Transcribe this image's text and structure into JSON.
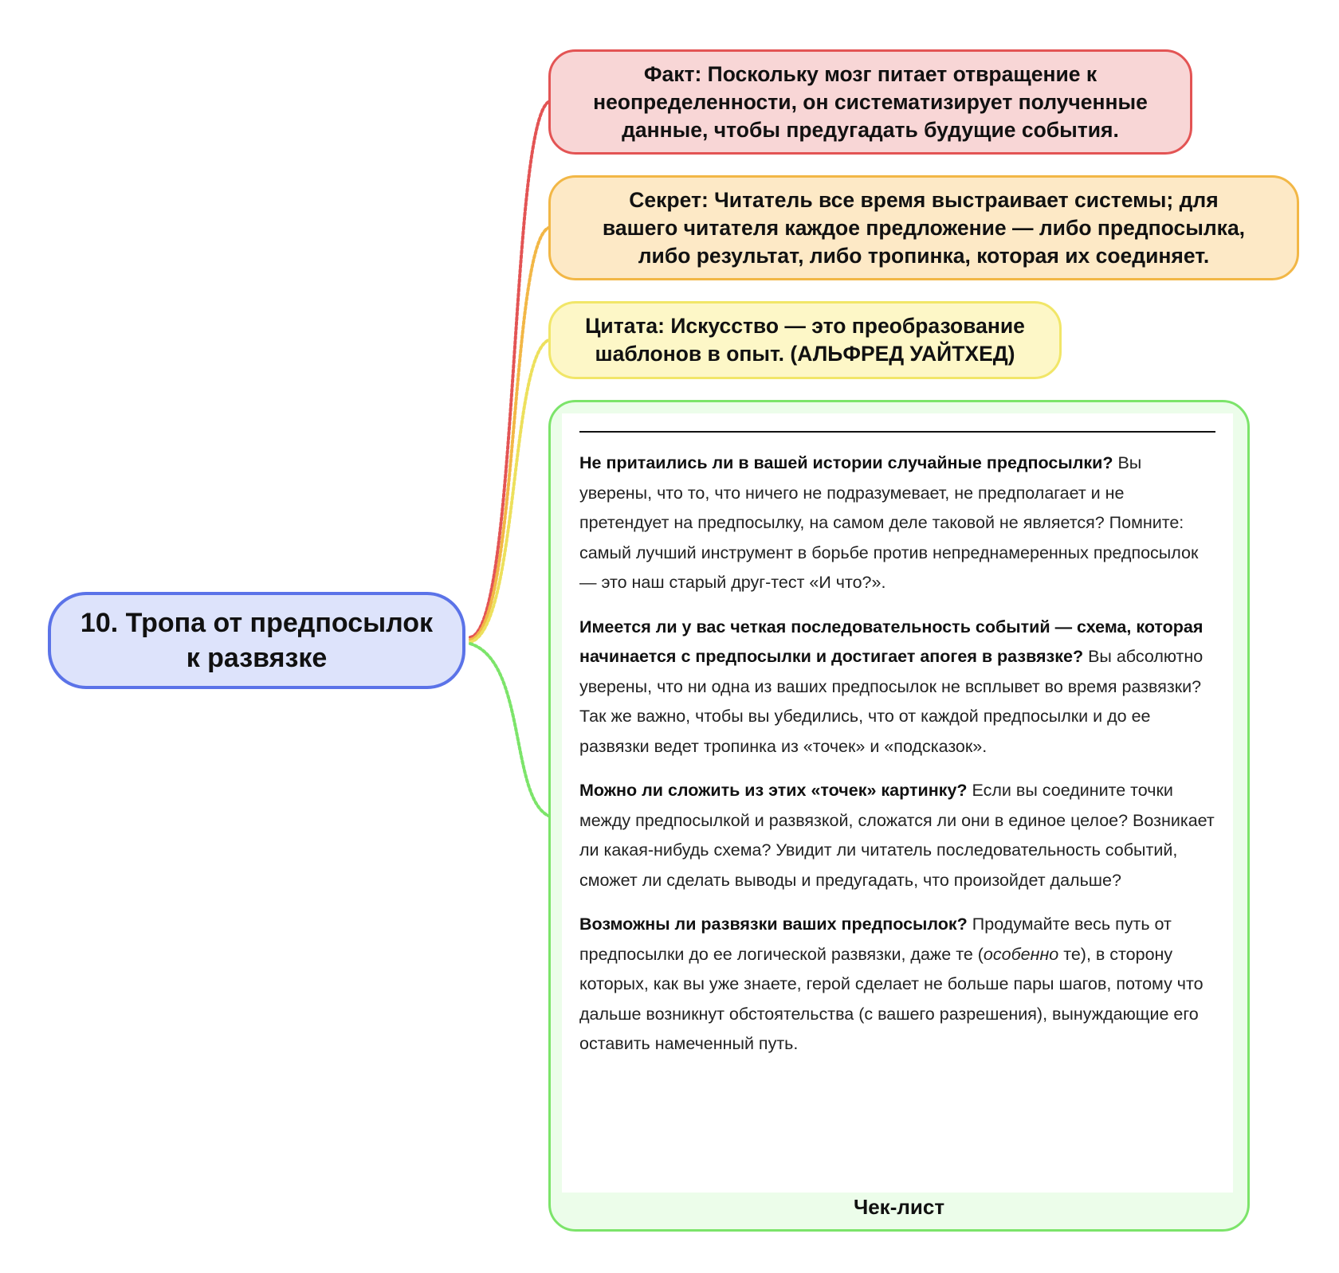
{
  "diagram": {
    "root": {
      "label_line1": "10. Тропа от предпосылок",
      "label_line2": "к развязке"
    },
    "fact": {
      "line1": "Факт: Поскольку мозг питает отвращение к",
      "line2": "неопределенности, он систематизирует полученные",
      "line3": "данные, чтобы предугадать будущие события."
    },
    "secret": {
      "line1": "Секрет: Читатель все время выстраивает системы; для",
      "line2": "вашего читателя каждое предложение — либо предпосылка,",
      "line3": "либо результат, либо тропинка, которая их соединяет."
    },
    "quote": {
      "line1": "Цитата: Искусство — это преобразование",
      "line2": "шаблонов в опыт. (АЛЬФРЕД УАЙТХЕД)"
    },
    "checklist": {
      "caption": "Чек-лист",
      "items": [
        {
          "question": "Не притаились ли в вашей истории случайные предпосылки?",
          "text": " Вы уверены, что то, что ничего не подразумевает, не предполагает и не претендует на предпосылку, на самом деле таковой не является? Помните: самый лучший инструмент в борьбе против непреднамеренных предпосылок — это наш старый друг-тест «И что?»."
        },
        {
          "question": "Имеется ли у вас четкая последовательность событий — схема, которая начинается с предпосылки и достигает апогея в развязке?",
          "text": " Вы абсолютно уверены, что ни одна из ваших предпосылок не всплывет во время развязки? Так же важно, чтобы вы убедились, что от каждой предпосылки и до ее развязки ведет тропинка из «точек» и «подсказок»."
        },
        {
          "question": "Можно ли сложить из этих «точек» картинку?",
          "text": " Если вы соедините точки между предпосылкой и развязкой, сложатся ли они в единое целое? Возникает ли какая-нибудь схема? Увидит ли читатель последовательность событий, сможет ли сделать выводы и предугадать, что произойдет дальше?"
        },
        {
          "question": "Возможны ли развязки ваших предпосылок?",
          "text_before": " Продумайте весь путь от предпосылки до ее логической развязки, даже те (",
          "emphasis": "особенно",
          "text_after": " те), в сторону которых, как вы уже знаете, герой сделает не больше пары шагов, потому что дальше возникнут обстоятельства (с вашего разрешения), вынуждающие его оставить намеченный путь."
        }
      ]
    },
    "colors": {
      "root_border": "#5b73e8",
      "fact_border": "#e35454",
      "secret_border": "#f2b746",
      "quote_border": "#f1e668",
      "checklist_border": "#7ce46a"
    }
  }
}
